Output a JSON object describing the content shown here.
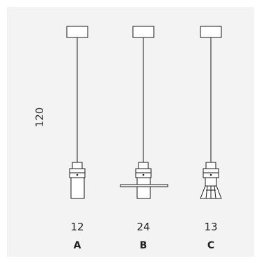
{
  "height_label": "120",
  "variants": [
    {
      "code": "12",
      "letter": "A",
      "shade": "cylinder"
    },
    {
      "code": "24",
      "letter": "B",
      "shade": "disc-and-cylinder"
    },
    {
      "code": "13",
      "letter": "C",
      "shade": "grille-bulb"
    }
  ]
}
